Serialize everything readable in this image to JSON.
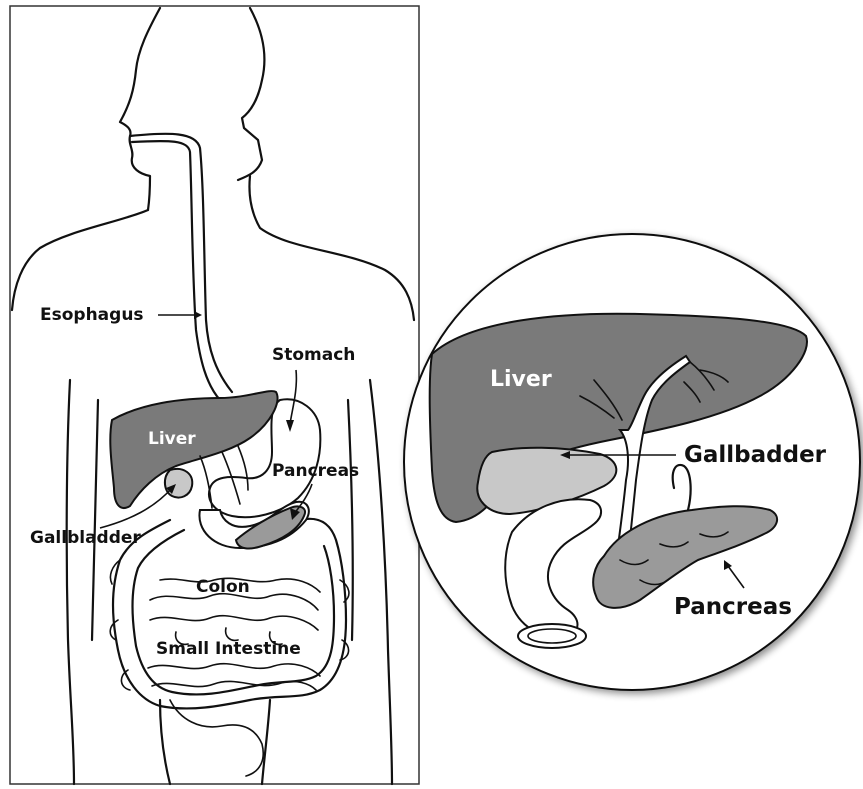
{
  "body_labels": {
    "esophagus": "Esophagus",
    "stomach": "Stomach",
    "liver": "Liver",
    "pancreas": "Pancreas",
    "gallbladder": "Gallbladder",
    "colon": "Colon",
    "small_intestine": "Small Intestine"
  },
  "inset_labels": {
    "liver": "Liver",
    "gallbladder": "Gallbadder",
    "pancreas": "Pancreas"
  },
  "colors": {
    "liver": "#7a7a7a",
    "gallbladder": "#c8c8c8",
    "pancreas": "#9a9a9a",
    "outline": "#111111"
  }
}
